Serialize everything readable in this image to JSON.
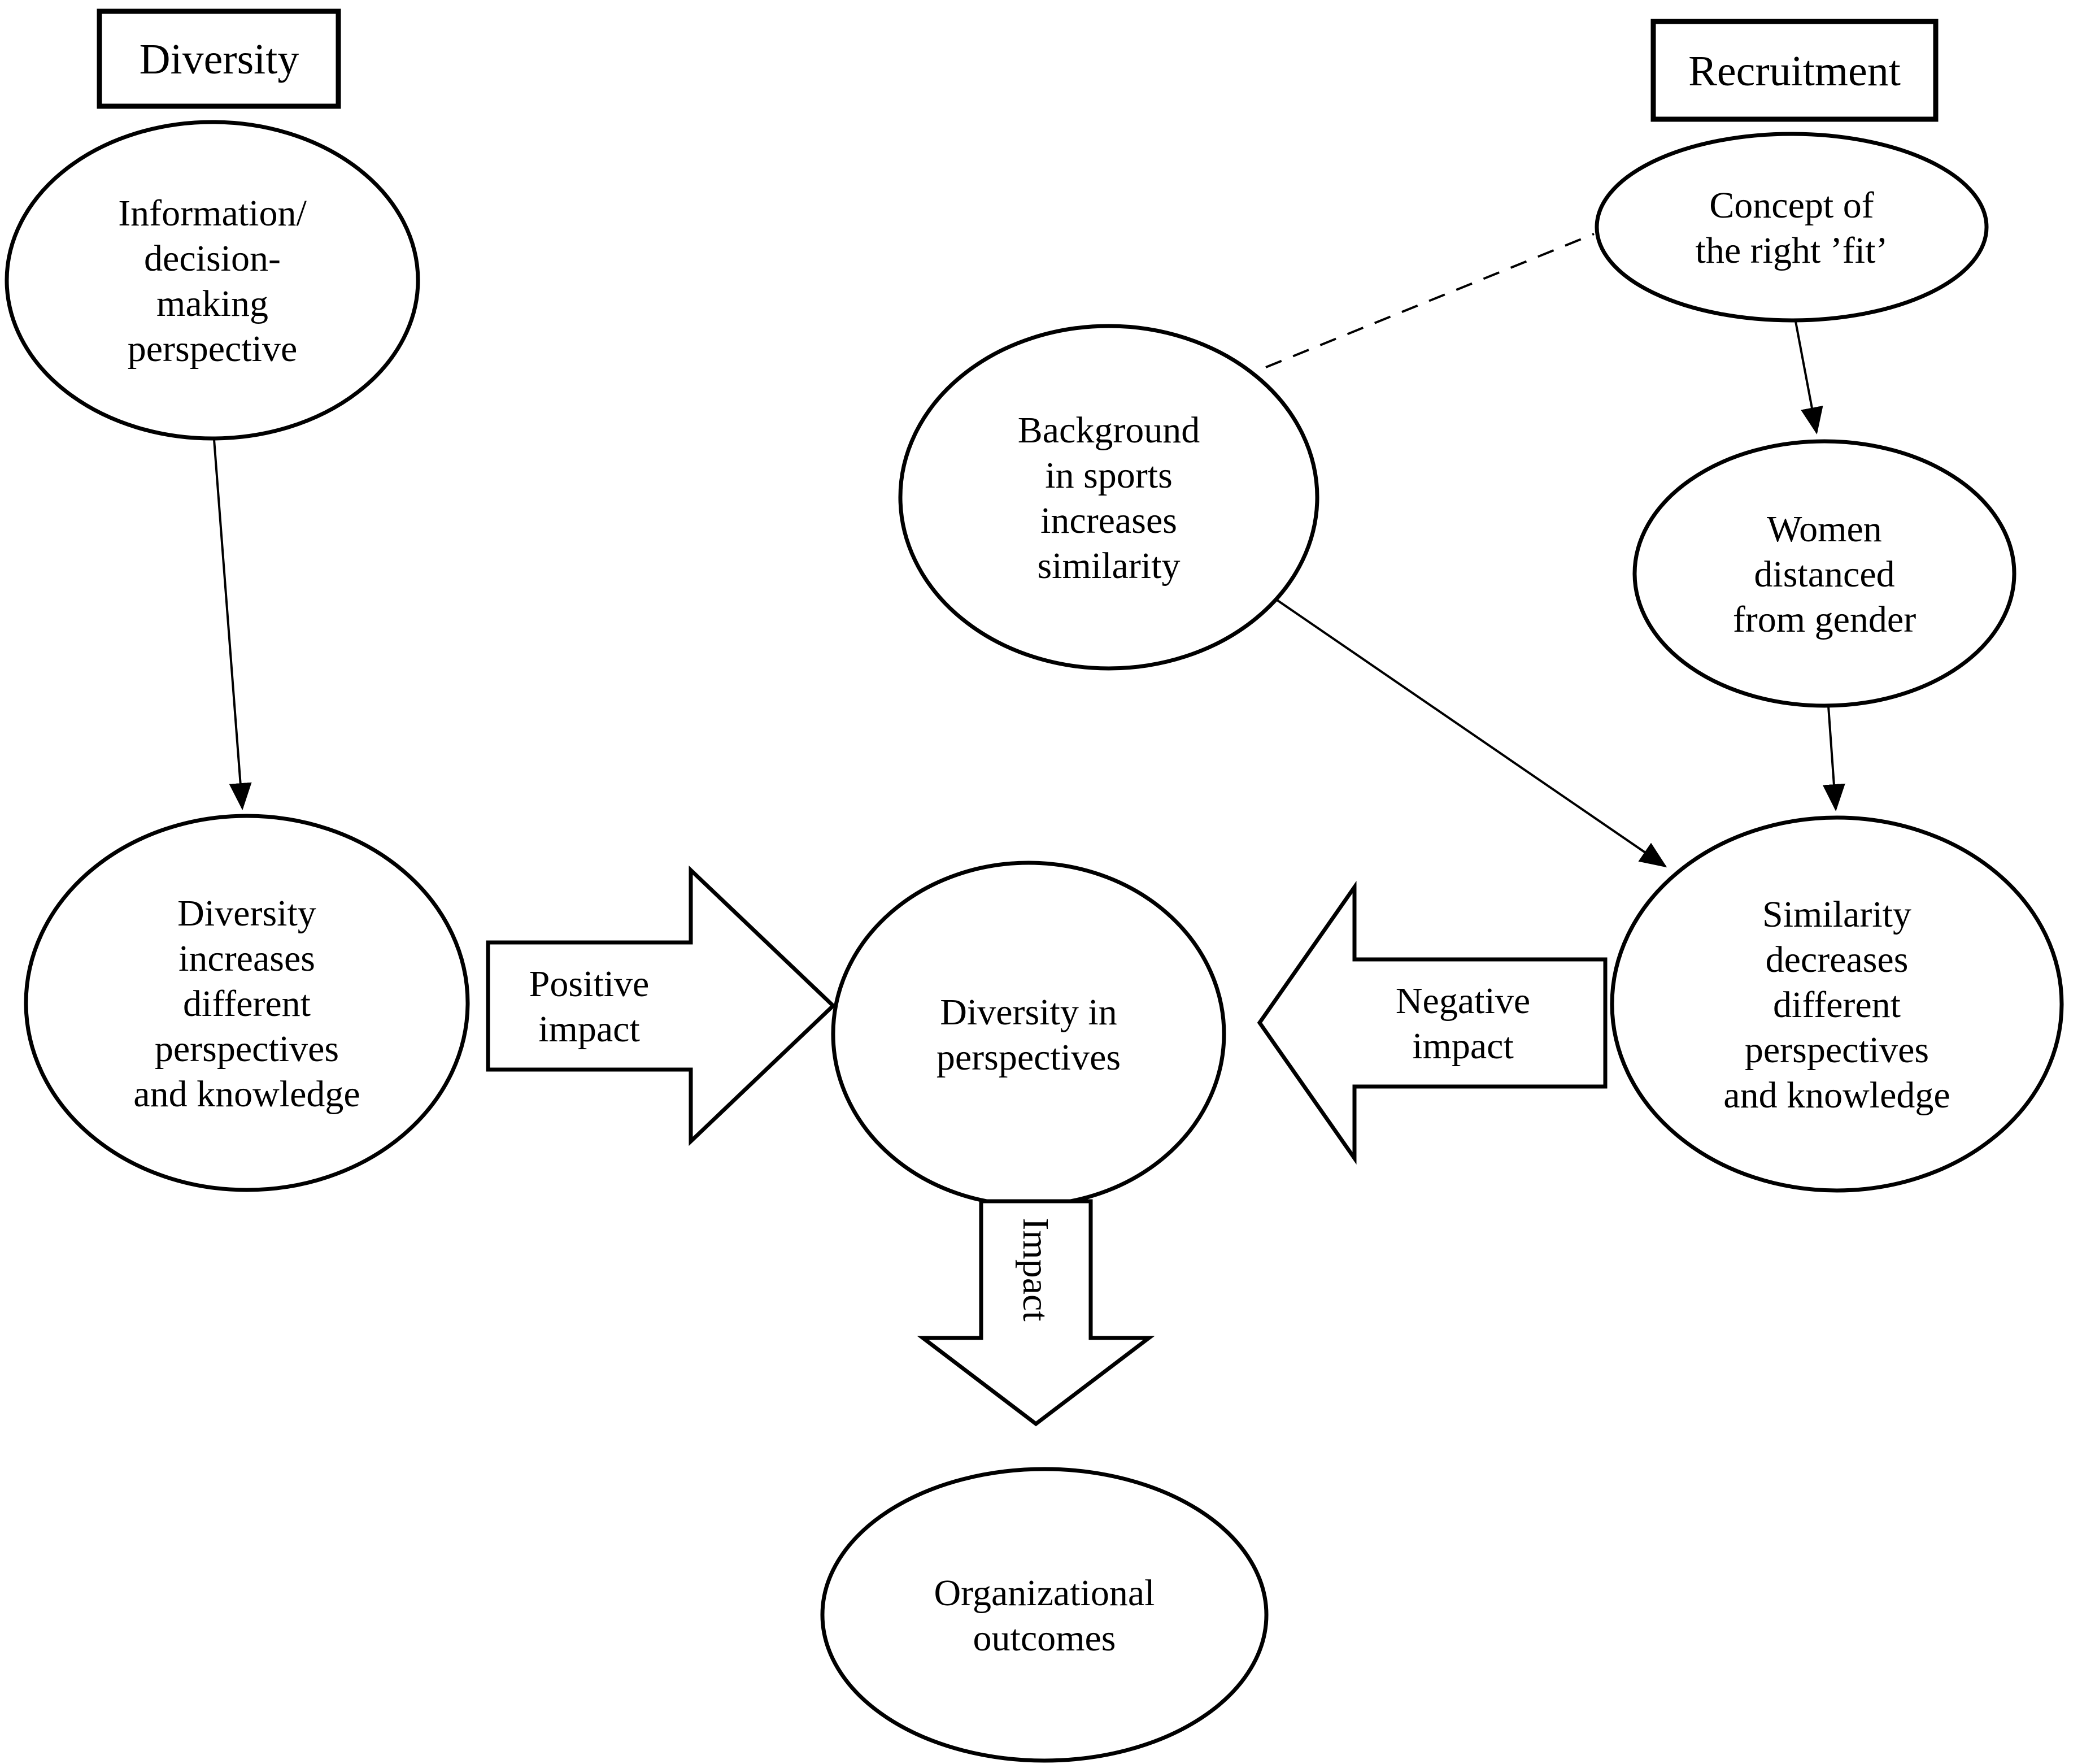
{
  "diagram": {
    "title_boxes": {
      "diversity": "Diversity",
      "recruitment": "Recruitment"
    },
    "nodes": {
      "info": {
        "lines": [
          "Information/",
          "decision-",
          "making",
          "perspective"
        ]
      },
      "concept": {
        "lines": [
          "Concept of",
          "the right ’fit’"
        ]
      },
      "background": {
        "lines": [
          "Background",
          "in sports",
          "increases",
          "similarity"
        ]
      },
      "women": {
        "lines": [
          "Women",
          "distanced",
          "from gender"
        ]
      },
      "div_increases": {
        "lines": [
          "Diversity",
          "increases",
          "different",
          "perspectives",
          "and knowledge"
        ]
      },
      "div_perspectives": {
        "lines": [
          "Diversity in",
          "perspectives"
        ]
      },
      "similarity": {
        "lines": [
          "Similarity",
          "decreases",
          "different",
          "perspectives",
          "and knowledge"
        ]
      },
      "org": {
        "lines": [
          "Organizational",
          "outcomes"
        ]
      }
    },
    "block_arrows": {
      "positive": {
        "lines": [
          "Positive",
          "impact"
        ]
      },
      "negative": {
        "lines": [
          "Negative",
          "impact"
        ]
      },
      "impact": {
        "label": "Impact"
      }
    },
    "colors": {
      "stroke": "#000000",
      "fill": "#ffffff"
    }
  }
}
